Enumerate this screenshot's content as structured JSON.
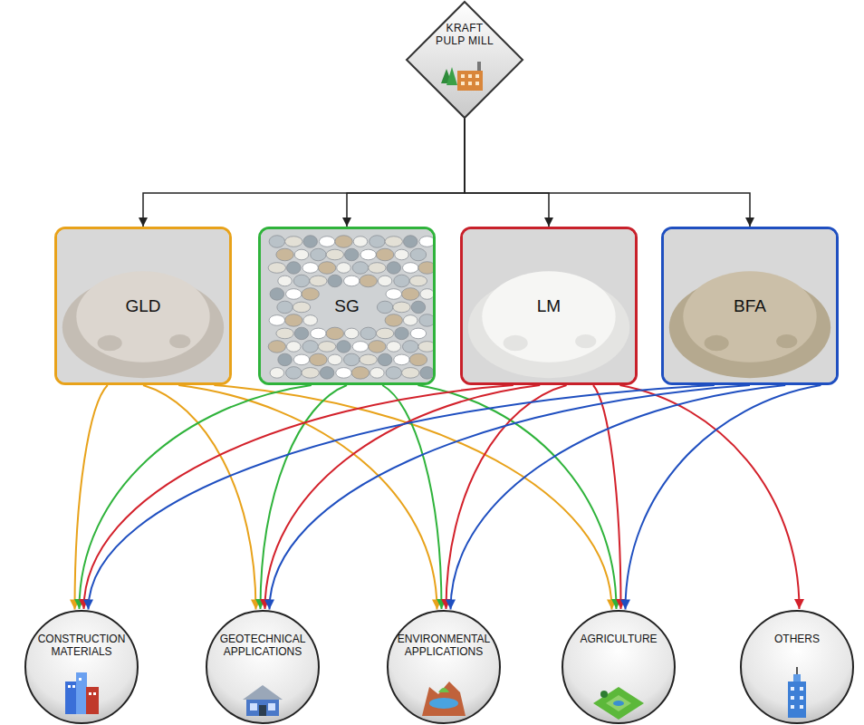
{
  "diagram": {
    "nodes": [
      {
        "text": [
          "KRAFT PULP MILL"
        ]
      },
      {
        "text": [
          "GLD"
        ]
      },
      {
        "text": [
          "SG"
        ]
      },
      {
        "text": [
          "LM"
        ]
      },
      {
        "text": [
          "BFA"
        ]
      },
      {
        "text": [
          "CONSTRUCTION MATERIALS"
        ]
      },
      {
        "text": [
          "GEOTECHNICAL APPLICATIONS"
        ]
      },
      {
        "text": [
          "ENVIRONMENTAL APPLICATIONS"
        ]
      },
      {
        "text": [
          "AGRICULTURE"
        ]
      },
      {
        "text": [
          "OTHERS"
        ]
      }
    ],
    "edges": [
      {
        "from": 0,
        "to": 1,
        "arrow": "to"
      },
      {
        "from": 0,
        "to": 2,
        "arrow": "to"
      },
      {
        "from": 0,
        "to": 3,
        "arrow": "to"
      },
      {
        "from": 0,
        "to": 4,
        "arrow": "to"
      },
      {
        "from": 1,
        "to": 5,
        "arrow": "to"
      },
      {
        "from": 1,
        "to": 6,
        "arrow": "to"
      },
      {
        "from": 1,
        "to": 7,
        "arrow": "to"
      },
      {
        "from": 1,
        "to": 8,
        "arrow": "to"
      },
      {
        "from": 2,
        "to": 5,
        "arrow": "to"
      },
      {
        "from": 2,
        "to": 6,
        "arrow": "to"
      },
      {
        "from": 2,
        "to": 7,
        "arrow": "to"
      },
      {
        "from": 2,
        "to": 8,
        "arrow": "to"
      },
      {
        "from": 3,
        "to": 5,
        "arrow": "to"
      },
      {
        "from": 3,
        "to": 6,
        "arrow": "to"
      },
      {
        "from": 3,
        "to": 7,
        "arrow": "to"
      },
      {
        "from": 3,
        "to": 8,
        "arrow": "to"
      },
      {
        "from": 3,
        "to": 9,
        "arrow": "to"
      },
      {
        "from": 4,
        "to": 5,
        "arrow": "to"
      },
      {
        "from": 4,
        "to": 6,
        "arrow": "to"
      },
      {
        "from": 4,
        "to": 7,
        "arrow": "to"
      },
      {
        "from": 4,
        "to": 8,
        "arrow": "to"
      }
    ]
  }
}
